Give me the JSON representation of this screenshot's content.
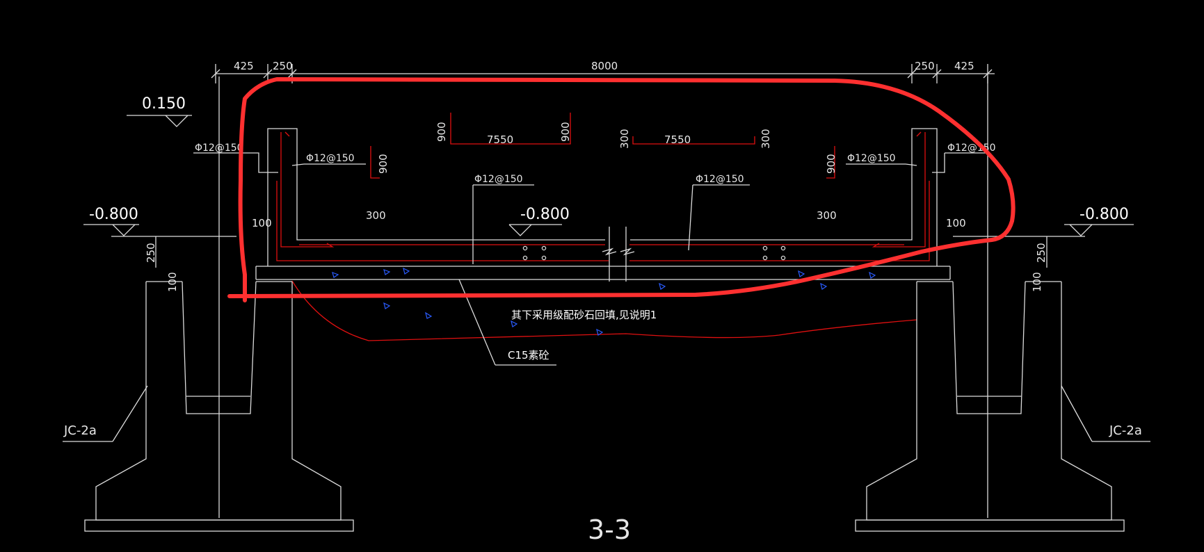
{
  "dimensions": {
    "top_left_425": "425",
    "top_left_250": "250",
    "top_span": "8000",
    "top_right_250": "250",
    "top_right_425": "425",
    "left_vert_250": "250",
    "right_vert_250": "250",
    "left_100": "100",
    "right_100": "100",
    "left_vert_100": "100",
    "right_vert_100": "100",
    "wall_height_left_300": "300",
    "wall_height_right_300": "300"
  },
  "levels": {
    "top": "0.150",
    "left": "-0.800",
    "center": "-0.800",
    "right": "-0.800"
  },
  "rebar_labels": {
    "left_outer": "Φ12@150",
    "left_inner": "Φ12@150",
    "mid_left": "Φ12@150",
    "mid_right": "Φ12@150",
    "right_inner": "Φ12@150",
    "right_outer": "Φ12@150"
  },
  "bar_shapes": {
    "left_900_a": "900",
    "left_7550": "7550",
    "left_900_b": "900",
    "right_300_a": "300",
    "right_7550": "7550",
    "right_300_b": "300",
    "left_small_900": "900",
    "right_small_900": "900"
  },
  "notes": {
    "backfill": "其下采用级配砂石回填,见说明1",
    "concrete": "C15素砼"
  },
  "foundation_labels": {
    "left": "JC-2a",
    "right": "JC-2a"
  },
  "section_title": "3-3",
  "colors": {
    "background": "#000000",
    "line_white": "#dcdcdc",
    "rebar_red": "#e01010",
    "hatch_blue": "#2a5cff",
    "annotation_red": "#ff3030"
  }
}
